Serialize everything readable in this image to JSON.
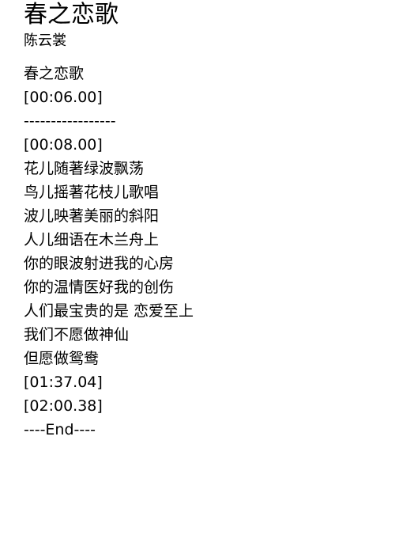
{
  "song": {
    "title": "春之恋歌",
    "artist": "陈云裳"
  },
  "lyrics": [
    "春之恋歌",
    "[00:06.00]",
    "-----------------",
    "[00:08.00]",
    "花儿随著绿波飘荡",
    "鸟儿摇著花枝儿歌唱",
    "波儿映著美丽的斜阳",
    "人儿细语在木兰舟上",
    "你的眼波射进我的心房",
    "你的温情医好我的创伤",
    "人们最宝贵的是 恋爱至上",
    "我们不愿做神仙",
    "但愿做鸳鸯",
    "[01:37.04]",
    "[02:00.38]",
    "----End----"
  ]
}
